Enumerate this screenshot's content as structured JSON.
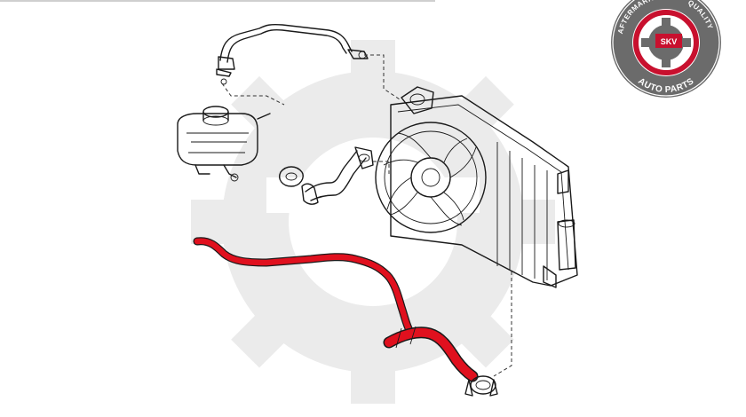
{
  "logo": {
    "brand": "SKV",
    "ring_text_left": "AFTERMARKET",
    "ring_text_right": "QUALITY",
    "tagline": "AUTO PARTS",
    "colors": {
      "ring": "#6b6b6b",
      "accent": "#c8102e",
      "text": "#ffffff"
    }
  },
  "diagram": {
    "highlight_color": "#e0101e",
    "line_color": "#1a1a1a",
    "watermark_color": "#e9e9e9"
  }
}
